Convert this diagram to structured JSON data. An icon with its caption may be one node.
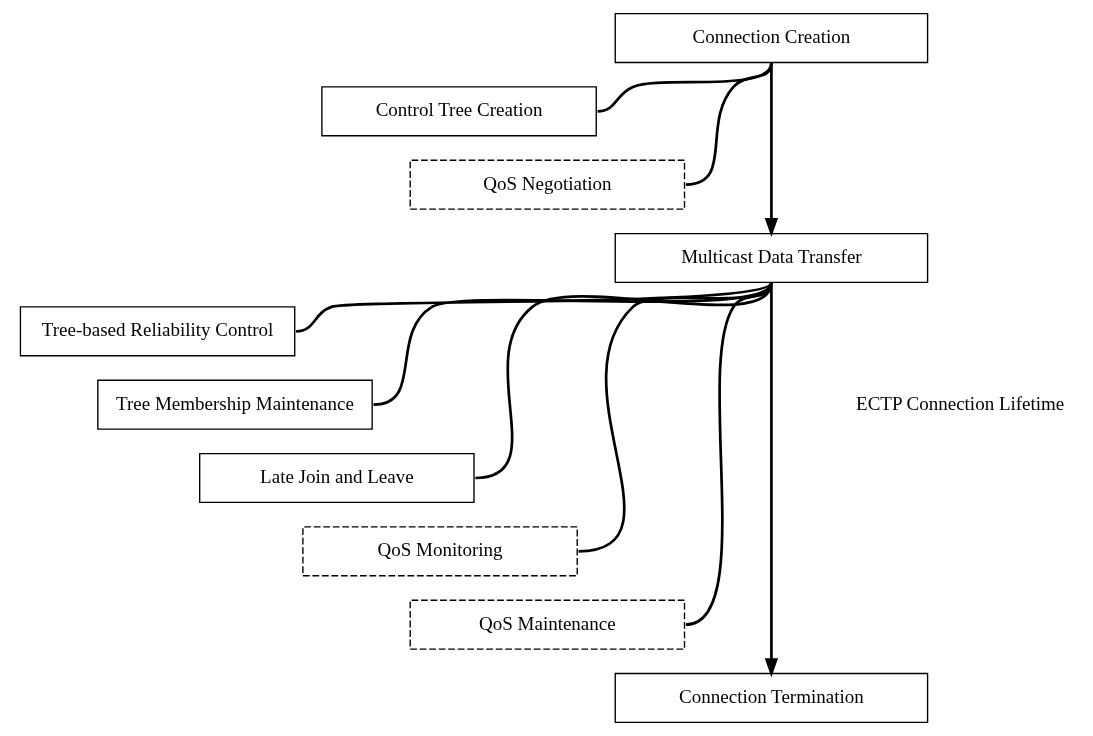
{
  "diagram": {
    "nodes": [
      {
        "text": [
          "Connection Creation"
        ]
      },
      {
        "text": [
          "Control Tree Creation"
        ]
      },
      {
        "text": [
          "QoS Negotiation"
        ]
      },
      {
        "text": [
          "Multicast Data Transfer"
        ]
      },
      {
        "text": [
          "Tree-based Reliability Control"
        ]
      },
      {
        "text": [
          "Tree Membership Maintenance"
        ]
      },
      {
        "text": [
          "Late Join and Leave"
        ]
      },
      {
        "text": [
          "QoS Monitoring"
        ]
      },
      {
        "text": [
          "QoS Maintenance"
        ]
      },
      {
        "text": [
          "Connection Termination"
        ]
      }
    ],
    "edges": [
      {
        "from": 0,
        "to": 3,
        "arrow": "to"
      },
      {
        "from": 0,
        "to": 1,
        "arrow": "none"
      },
      {
        "from": 0,
        "to": 2,
        "arrow": "none"
      },
      {
        "from": 3,
        "to": 9,
        "arrow": "to"
      },
      {
        "from": 3,
        "to": 4,
        "arrow": "none"
      },
      {
        "from": 3,
        "to": 5,
        "arrow": "none"
      },
      {
        "from": 3,
        "to": 6,
        "arrow": "none"
      },
      {
        "from": 3,
        "to": 7,
        "arrow": "none"
      },
      {
        "from": 3,
        "to": 8,
        "arrow": "none"
      }
    ],
    "labels": [
      "ECTP Connection Lifetime"
    ]
  }
}
